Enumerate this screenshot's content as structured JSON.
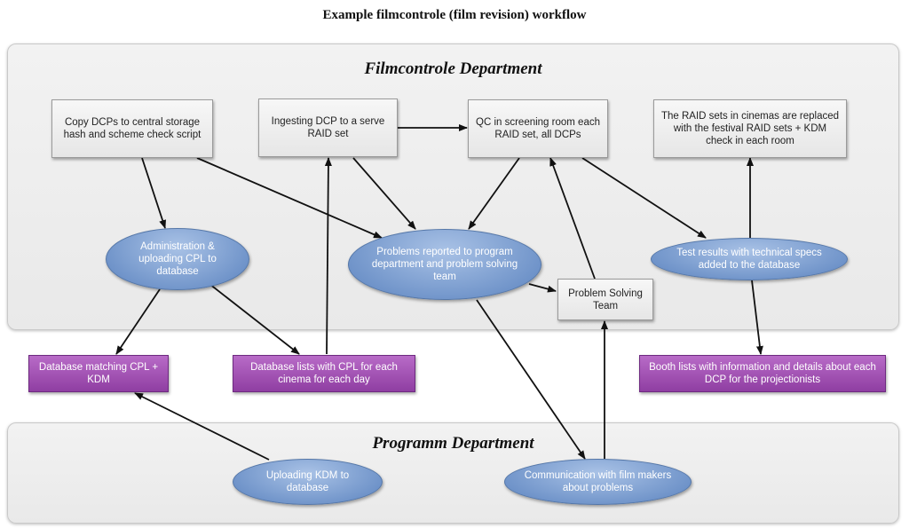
{
  "title": "Example filmcontrole (film revision) workflow",
  "panels": {
    "filmcontrole": "Filmcontrole Department",
    "programm": "Programm Department"
  },
  "nodes": {
    "copy_dcps": "Copy DCPs to central storage hash and scheme check script",
    "ingesting": "Ingesting DCP to a serve RAID set",
    "qc": "QC in screening room each RAID set, all DCPs",
    "raid_sets": "The RAID sets in cinemas are replaced with the festival RAID sets + KDM check in each room",
    "administration": "Administration & uploading CPL to database",
    "problems": "Problems reported to program department and problem solving team",
    "test_results": "Test results with technical specs added to the database",
    "problem_team": "Problem Solving Team",
    "db_matching": "Database matching CPL + KDM",
    "db_lists": "Database lists with CPL for each cinema for each day",
    "booth_lists": "Booth lists with information and details about each DCP for the projectionists",
    "uploading_kdm": "Uploading KDM to database",
    "communication": "Communication with film makers about problems"
  }
}
